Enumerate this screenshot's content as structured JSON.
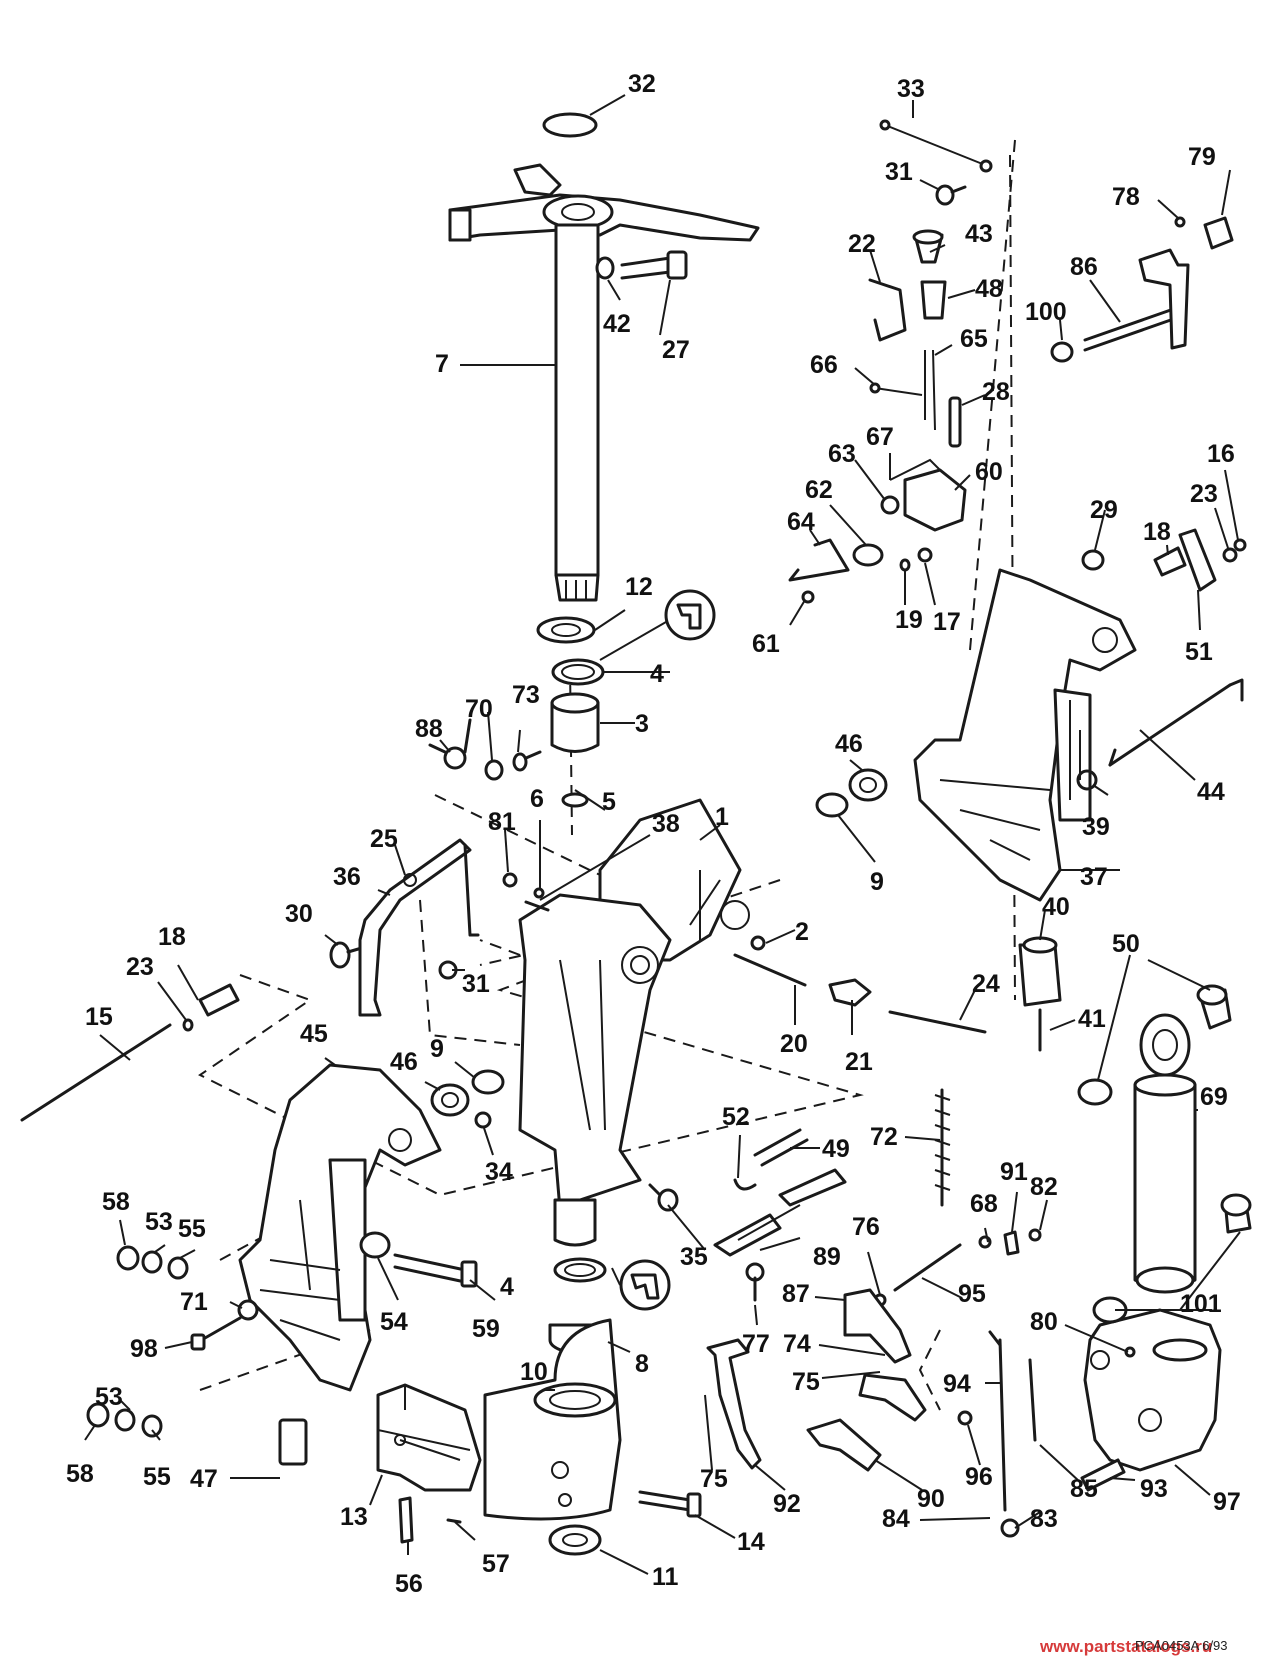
{
  "diagram": {
    "callouts": [
      "32",
      "33",
      "31",
      "79",
      "78",
      "43",
      "22",
      "48",
      "86",
      "100",
      "65",
      "66",
      "27",
      "42",
      "7",
      "28",
      "67",
      "63",
      "60",
      "29",
      "16",
      "23",
      "18",
      "62",
      "64",
      "19",
      "17",
      "61",
      "51",
      "12",
      "4",
      "3",
      "88",
      "70",
      "73",
      "46",
      "44",
      "39",
      "81",
      "6",
      "5",
      "38",
      "1",
      "9",
      "37",
      "25",
      "36",
      "40",
      "2",
      "30",
      "31",
      "18",
      "23",
      "20",
      "21",
      "24",
      "41",
      "50",
      "15",
      "45",
      "46",
      "9",
      "69",
      "52",
      "49",
      "72",
      "34",
      "91",
      "82",
      "58",
      "53",
      "55",
      "68",
      "35",
      "89",
      "76",
      "4",
      "101",
      "71",
      "54",
      "59",
      "95",
      "87",
      "80",
      "77",
      "98",
      "8",
      "74",
      "94",
      "75",
      "10",
      "53",
      "58",
      "55",
      "47",
      "13",
      "75",
      "92",
      "90",
      "96",
      "85",
      "93",
      "83",
      "97",
      "84",
      "14",
      "56",
      "57",
      "11"
    ],
    "footer_code": "PCA0453A  6/93",
    "watermark": "www.partstatalogs.ru"
  }
}
